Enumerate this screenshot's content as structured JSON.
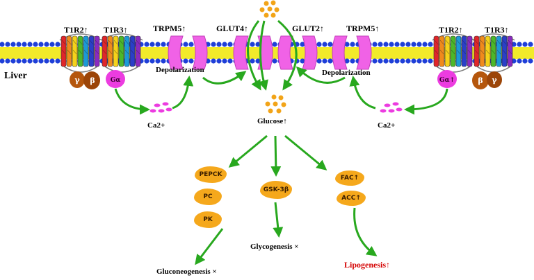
{
  "colors": {
    "membrane_head": "#1f3fd8",
    "membrane_tail": "#f2ea2a",
    "channel": "#f062e6",
    "arrow": "#28a81e",
    "enzyme": "#f5a81c",
    "g_beta_gamma": "#b5560c",
    "g_alpha": "#ec3ce0",
    "glucose_dot": "#f2a418",
    "highlight_text": "#d40000"
  },
  "labels": {
    "liver": "Liver",
    "t1r2_left": "T1R2↑",
    "t1r3_left": "T1R3↑",
    "trpm5_left": "TRPM5↑",
    "glut4": "GLUT4↑",
    "glut2": "GLUT2↑",
    "trpm5_right": "TRPM5↑",
    "t1r2_right": "T1R2↑",
    "t1r3_right": "T1R3↑",
    "depolarization_left": "Depolarization",
    "depolarization_right": "Depolarization",
    "ca_left": "Ca2+",
    "ca_right": "Ca2+",
    "glucose": "Glucose↑",
    "gluconeogenesis": "Gluconeogenesis ×",
    "glycogenesis": "Glycogenesis ×",
    "lipogenesis": "Lipogenesis↑"
  },
  "g_protein": {
    "gamma": "γ",
    "beta": "β",
    "alpha_left": "Gα",
    "alpha_right": "Gα↑"
  },
  "enzymes": {
    "pepck": "PEPCK",
    "pc": "PC",
    "pk": "PK",
    "gsk3b": "GSK-3β",
    "fac": "FAC↑",
    "acc": "ACC↑"
  }
}
